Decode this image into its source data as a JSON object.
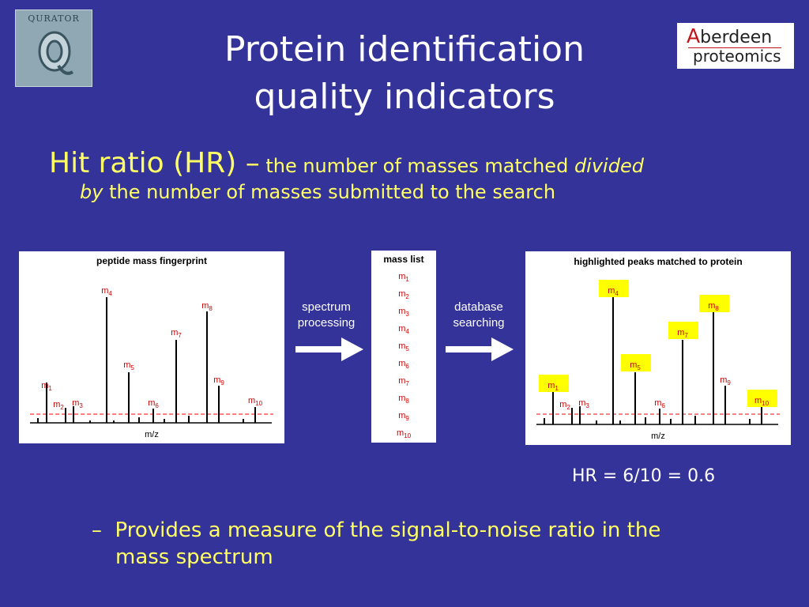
{
  "logos": {
    "quarator_text": "QURATOR",
    "aberdeen_line1_first": "A",
    "aberdeen_line1_rest": "berdeen",
    "aberdeen_line2": "proteomics"
  },
  "title": {
    "line1": "Protein identification",
    "line2": "quality indicators"
  },
  "hit_ratio": {
    "term": "Hit ratio (HR) –",
    "def_part1": " the number of masses matched ",
    "def_divided": "divided",
    "def_by": "by",
    "def_part2": " the number of masses submitted to the search"
  },
  "panels": {
    "left_title": "peptide mass fingerprint",
    "mass_list_title": "mass list",
    "right_title": "highlighted peaks matched to protein",
    "xaxis_label": "m/z"
  },
  "flow_labels": {
    "step1_line1": "spectrum",
    "step1_line2": "processing",
    "step2_line1": "database",
    "step2_line2": "searching"
  },
  "peaks": [
    {
      "label": "m",
      "sub": "1",
      "matched": true
    },
    {
      "label": "m",
      "sub": "2",
      "matched": false
    },
    {
      "label": "m",
      "sub": "3",
      "matched": false
    },
    {
      "label": "m",
      "sub": "4",
      "matched": true
    },
    {
      "label": "m",
      "sub": "5",
      "matched": true
    },
    {
      "label": "m",
      "sub": "6",
      "matched": false
    },
    {
      "label": "m",
      "sub": "7",
      "matched": true
    },
    {
      "label": "m",
      "sub": "8",
      "matched": true
    },
    {
      "label": "m",
      "sub": "9",
      "matched": false
    },
    {
      "label": "m",
      "sub": "10",
      "matched": true
    }
  ],
  "result": "HR = 6/10 = 0.6",
  "sub_bullet": {
    "dash": "–",
    "line1": "Provides a measure of the signal-to-noise ratio in the",
    "line2": "mass spectrum"
  },
  "colors": {
    "background": "#333399",
    "title_text": "#ffffff",
    "body_text": "#ffff66",
    "peak_label": "#cc0000",
    "highlight": "#ffff00",
    "threshold": "#ff0000"
  }
}
